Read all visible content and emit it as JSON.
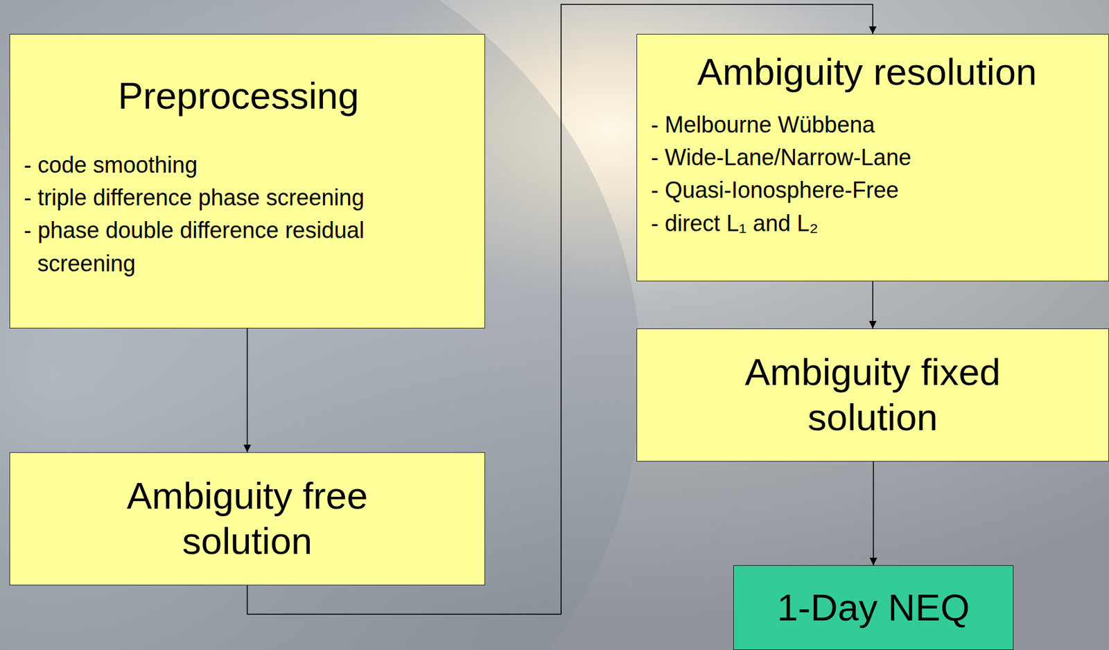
{
  "diagram": {
    "nodes": [
      {
        "text": [
          "Preprocessing",
          "- code smoothing",
          "- triple difference phase screening",
          "- phase double difference residual screening"
        ]
      },
      {
        "text": [
          "Ambiguity free solution"
        ]
      },
      {
        "text": [
          "Ambiguity resolution",
          "- Melbourne Wübbena",
          "- Wide-Lane/Narrow-Lane",
          "- Quasi-Ionosphere-Free",
          "- direct L₁ and L₂"
        ]
      },
      {
        "text": [
          "Ambiguity fixed solution"
        ]
      },
      {
        "text": [
          "1-Day NEQ"
        ]
      }
    ],
    "edges": [
      {
        "from": 0,
        "to": 1,
        "arrow": "to"
      },
      {
        "from": 1,
        "to": 2,
        "arrow": "to"
      },
      {
        "from": 2,
        "to": 3,
        "arrow": "to"
      },
      {
        "from": 3,
        "to": 4,
        "arrow": "to"
      }
    ]
  }
}
